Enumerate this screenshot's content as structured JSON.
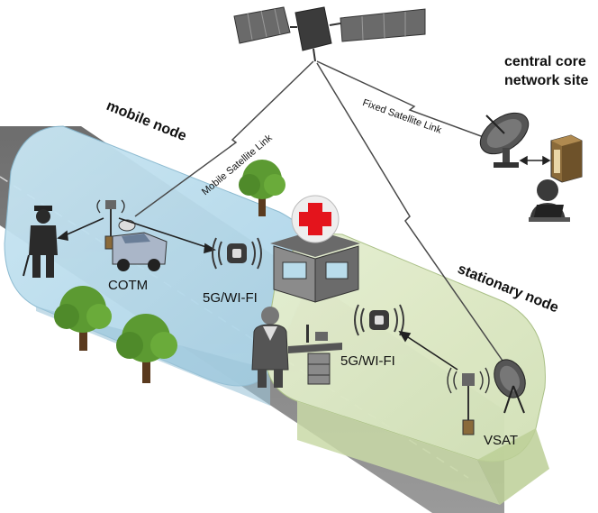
{
  "labels": {
    "mobile_node": "mobile node",
    "stationary_node": "stationary node",
    "central_site_line1": "central core",
    "central_site_line2": "network site",
    "mobile_link": "Mobile Satellite Link",
    "fixed_link": "Fixed Satellite Link",
    "cotm": "COTM",
    "wifi_mobile": "5G/WI-FI",
    "wifi_stationary": "5G/WI-FI",
    "vsat": "VSAT"
  },
  "colors": {
    "mobile_zone": "#b9dceb",
    "stationary_zone": "#dde8c6",
    "road": "#8a8a8a",
    "tree": "#5c9a32",
    "trunk": "#5a3a1e",
    "hospital_cross": "#e4141c",
    "icon_dark": "#3a3a3a"
  },
  "icons": [
    "satellite-icon",
    "satellite-dish-icon",
    "server-rack-icon",
    "operator-icon",
    "police-officer-icon",
    "cotm-vehicle-icon",
    "wifi-router-icon",
    "hospital-icon",
    "doctor-icon",
    "medical-desk-icon",
    "vsat-dish-icon",
    "cell-tower-icon",
    "tree-icon"
  ]
}
